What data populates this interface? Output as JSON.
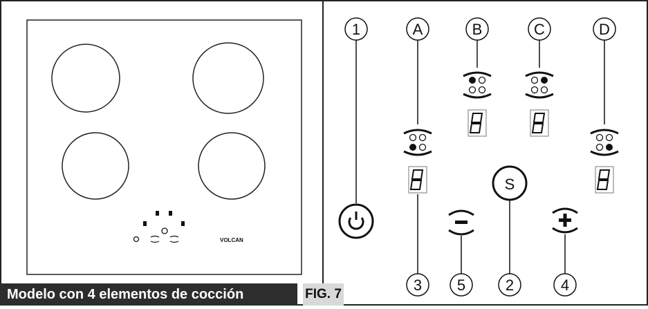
{
  "caption": "Modelo con 4 elementos de cocción",
  "figure_label": "FIG. 7",
  "brand": "VOLCAN",
  "callouts": {
    "power": "1",
    "select": "2",
    "display_zone": "3",
    "plus": "4",
    "minus": "5",
    "zone_a": "A",
    "zone_b": "B",
    "zone_c": "C",
    "zone_d": "D",
    "select_symbol": "S"
  }
}
